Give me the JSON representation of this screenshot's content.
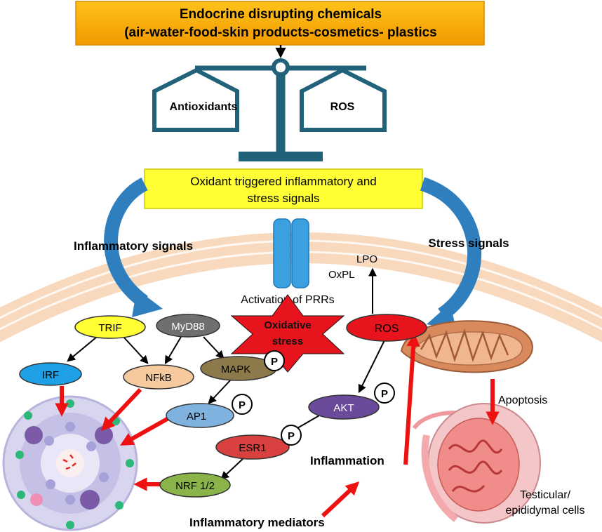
{
  "header": {
    "line1": "Endocrine disrupting chemicals",
    "line2": "(air-water-food-skin products-cosmetics- plastics"
  },
  "balance": {
    "left_label": "Antioxidants",
    "right_label": "ROS"
  },
  "trigger_box": {
    "line1": "Oxidant triggered inflammatory and",
    "line2": "stress signals"
  },
  "labels": {
    "inflammatory_signals": "Inflammatory signals",
    "stress_signals": "Stress signals",
    "activation_prrs": "Activation of PRRs",
    "lpo": "LPO",
    "oxpl": "OxPL",
    "oxidative_line1": "Oxidative",
    "oxidative_line2": "stress",
    "apoptosis": "Apoptosis",
    "inflammation": "Inflammation",
    "inflammatory_mediators": "Inflammatory mediators",
    "testicular_line1": "Testicular/",
    "testicular_line2": "epididymal cells"
  },
  "nodes": {
    "trif": "TRIF",
    "myd88": "MyD88",
    "irf": "IRF",
    "nfkb": "NFkB",
    "mapk": "MAPK",
    "ap1": "AP1",
    "ros": "ROS",
    "akt": "AKT",
    "esr1": "ESR1",
    "nrf": "NRF 1/2"
  },
  "phospho_label": "P",
  "colors": {
    "header_fill": "#f7a800",
    "trigger_fill": "#ffff33",
    "balance": "#21627a",
    "arrow_red": "#ee1111",
    "curved_arrow": "#2f7fbf",
    "membrane": "#f6d3b4",
    "trif": "#ffff33",
    "myd88": "#6f6f6f",
    "irf": "#1ea0e6",
    "nfkb": "#f7c99e",
    "mapk": "#8c7a4a",
    "ap1": "#7fb2de",
    "ros": "#e8141d",
    "akt": "#6a4a9a",
    "esr1": "#d94040",
    "nrf": "#8ab44a",
    "receptor": "#3aa0e0"
  }
}
